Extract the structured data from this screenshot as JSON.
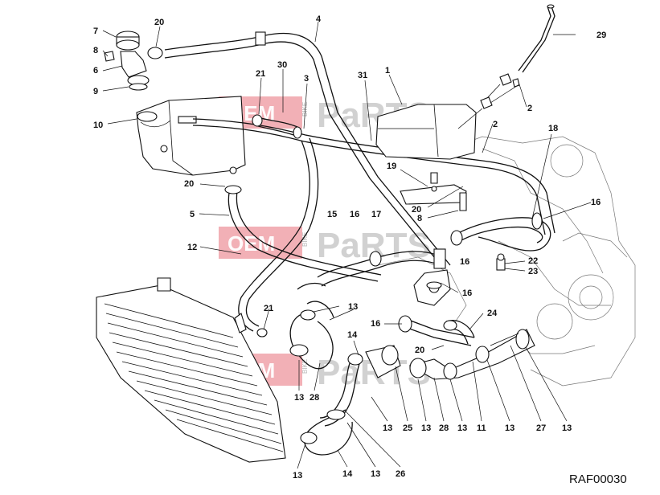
{
  "diagram": {
    "code": "RAF00030",
    "watermark": {
      "brand_a": "OEM",
      "brand_b": "PaRTS",
      "vertical": "BIKE"
    },
    "callouts": [
      {
        "id": "c29",
        "text": "29"
      },
      {
        "id": "c7",
        "text": "7"
      },
      {
        "id": "c20a",
        "text": "20"
      },
      {
        "id": "c4",
        "text": "4"
      },
      {
        "id": "c8a",
        "text": "8"
      },
      {
        "id": "c6",
        "text": "6"
      },
      {
        "id": "c30",
        "text": "30"
      },
      {
        "id": "c21a",
        "text": "21"
      },
      {
        "id": "c31",
        "text": "31"
      },
      {
        "id": "c1",
        "text": "1"
      },
      {
        "id": "c9",
        "text": "9"
      },
      {
        "id": "c3",
        "text": "3"
      },
      {
        "id": "c2a",
        "text": "2"
      },
      {
        "id": "c10",
        "text": "10"
      },
      {
        "id": "c2b",
        "text": "2"
      },
      {
        "id": "c18",
        "text": "18"
      },
      {
        "id": "c19",
        "text": "19"
      },
      {
        "id": "c20b",
        "text": "20"
      },
      {
        "id": "c16a",
        "text": "16"
      },
      {
        "id": "c20c",
        "text": "20"
      },
      {
        "id": "c8b",
        "text": "8"
      },
      {
        "id": "c5",
        "text": "5"
      },
      {
        "id": "c15",
        "text": "15"
      },
      {
        "id": "c16b",
        "text": "16"
      },
      {
        "id": "c17",
        "text": "17"
      },
      {
        "id": "c12",
        "text": "12"
      },
      {
        "id": "c16c",
        "text": "16"
      },
      {
        "id": "c22",
        "text": "22"
      },
      {
        "id": "c23",
        "text": "23"
      },
      {
        "id": "c16d",
        "text": "16"
      },
      {
        "id": "c13a",
        "text": "13"
      },
      {
        "id": "c21b",
        "text": "21"
      },
      {
        "id": "c24",
        "text": "24"
      },
      {
        "id": "c16e",
        "text": "16"
      },
      {
        "id": "c14a",
        "text": "14"
      },
      {
        "id": "c20d",
        "text": "20"
      },
      {
        "id": "c13b",
        "text": "13"
      },
      {
        "id": "c28a",
        "text": "28"
      },
      {
        "id": "c13c",
        "text": "13"
      },
      {
        "id": "c25",
        "text": "25"
      },
      {
        "id": "c13d",
        "text": "13"
      },
      {
        "id": "c28b",
        "text": "28"
      },
      {
        "id": "c13e",
        "text": "13"
      },
      {
        "id": "c11",
        "text": "11"
      },
      {
        "id": "c13f",
        "text": "13"
      },
      {
        "id": "c27",
        "text": "27"
      },
      {
        "id": "c13g",
        "text": "13"
      },
      {
        "id": "c13h",
        "text": "13"
      },
      {
        "id": "c14b",
        "text": "14"
      },
      {
        "id": "c13i",
        "text": "13"
      },
      {
        "id": "c26",
        "text": "26"
      }
    ]
  }
}
